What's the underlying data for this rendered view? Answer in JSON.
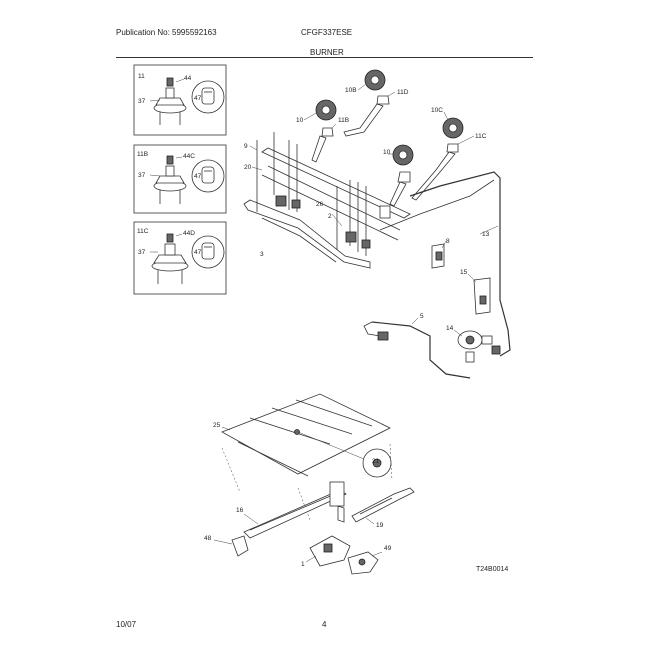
{
  "header": {
    "publication": "Publication No: 5995592163",
    "model": "CFGF337ESE",
    "section": "BURNER"
  },
  "footer": {
    "date": "10/07",
    "page": "4",
    "figure_id": "T24B0014"
  },
  "inset_a": {
    "labels": [
      "11",
      "44",
      "37",
      "47"
    ]
  },
  "inset_b": {
    "labels": [
      "11B",
      "44C",
      "37",
      "47"
    ]
  },
  "inset_c": {
    "labels": [
      "11C",
      "44D",
      "37",
      "47"
    ]
  },
  "callouts": {
    "c10b_top": "10B",
    "c11d": "11D",
    "c10c": "10C",
    "c11c": "11C",
    "c10_left": "10",
    "c11b": "11B",
    "c10_center": "10",
    "c9": "9",
    "c20": "20",
    "c2": "2",
    "c26": "26",
    "c3": "3",
    "c8": "8",
    "c13": "13",
    "c15": "15",
    "c5": "5",
    "c14": "14",
    "c25": "25",
    "c21": "21",
    "c16": "16",
    "c19": "19",
    "c48": "48",
    "c1": "1",
    "c49": "49"
  }
}
